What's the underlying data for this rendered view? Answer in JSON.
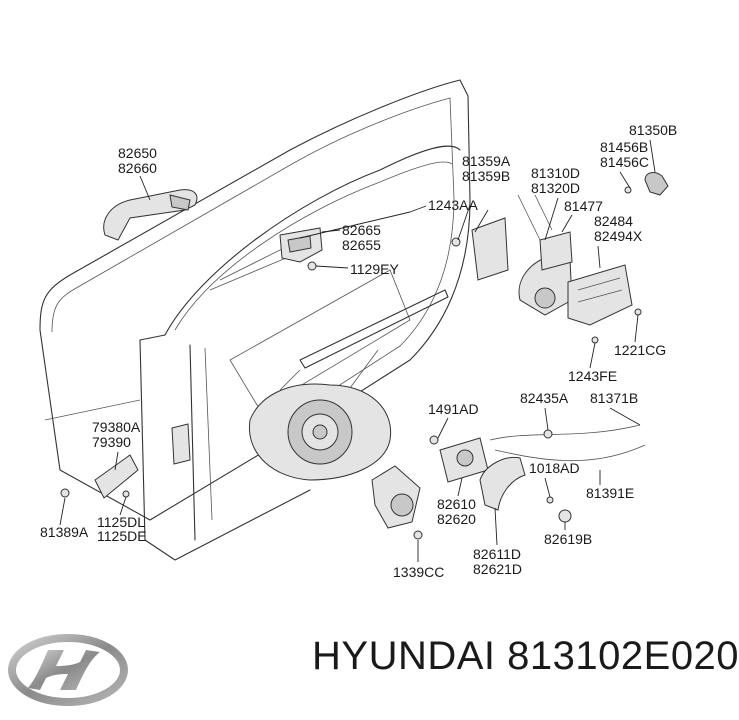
{
  "brand": "HYUNDAI",
  "part_number": "813102E020",
  "labels": {
    "l82650": "82650",
    "l82660": "82660",
    "l82665": "82665",
    "l82655": "82655",
    "l1129EY": "1129EY",
    "l81359A": "81359A",
    "l81359B": "81359B",
    "l1243AA": "1243AA",
    "l81310D": "81310D",
    "l81320D": "81320D",
    "l81350B": "81350B",
    "l81456B": "81456B",
    "l81456C": "81456C",
    "l81477": "81477",
    "l82484": "82484",
    "l82494X": "82494X",
    "l1221CG": "1221CG",
    "l1243FE": "1243FE",
    "l79380A": "79380A",
    "l79390": "79390",
    "l81389A": "81389A",
    "l1125DL": "1125DL",
    "l1125DE": "1125DE",
    "l1491AD": "1491AD",
    "l82435A": "82435A",
    "l81371B": "81371B",
    "l1018AD": "1018AD",
    "l81391E": "81391E",
    "l82610": "82610",
    "l82620": "82620",
    "l82619B": "82619B",
    "l82611D": "82611D",
    "l82621D": "82621D",
    "l1339CC": "1339CC"
  },
  "colors": {
    "line": "#333333",
    "text": "#1a1a1a",
    "part_fill": "#e4e4e4",
    "logo": "#8a8a8a"
  }
}
